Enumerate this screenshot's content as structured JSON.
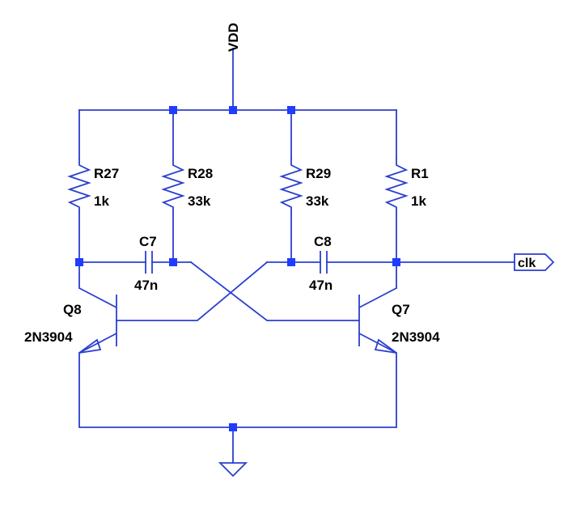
{
  "power_label": "VDD",
  "output_label": "clk",
  "colors": {
    "wire": "#2b3fcf",
    "junction": "#1f3cff",
    "text": "#000000",
    "background": "#ffffff"
  },
  "resistors": [
    {
      "ref": "R27",
      "value": "1k"
    },
    {
      "ref": "R28",
      "value": "33k"
    },
    {
      "ref": "R29",
      "value": "33k"
    },
    {
      "ref": "R1",
      "value": "1k"
    }
  ],
  "capacitors": [
    {
      "ref": "C7",
      "value": "47n"
    },
    {
      "ref": "C8",
      "value": "47n"
    }
  ],
  "transistors": [
    {
      "ref": "Q8",
      "model": "2N3904"
    },
    {
      "ref": "Q7",
      "model": "2N3904"
    }
  ],
  "icons": [
    "ground-icon",
    "net-label-arrow-icon",
    "npn-transistor-icon",
    "resistor-zigzag-icon",
    "capacitor-icon"
  ]
}
